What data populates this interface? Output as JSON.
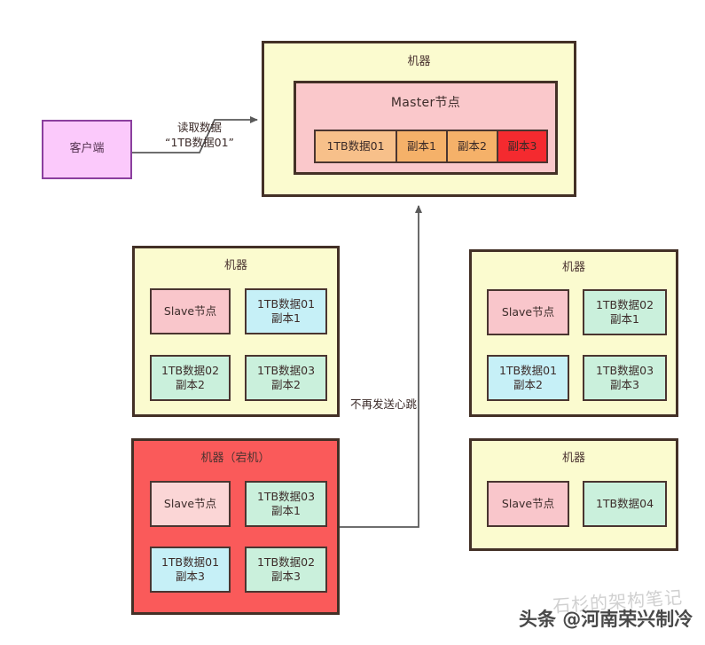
{
  "diagram": {
    "title_note": "HDFS master-slave replica diagram",
    "client": {
      "label": "客户端"
    },
    "edges": {
      "read_request": "读取数据\n“1TB数据01”",
      "no_heartbeat": "不再发送心跳"
    },
    "master_machine": {
      "title": "机器",
      "node_label": "Master节点",
      "blocks": [
        {
          "label": "1TB数据01",
          "color": "#f7c08a",
          "state": "primary"
        },
        {
          "label": "副本1",
          "color": "#f5b169",
          "state": "replica"
        },
        {
          "label": "副本2",
          "color": "#f5b169",
          "state": "replica"
        },
        {
          "label": "副本3",
          "color": "#f42a2f",
          "state": "lost"
        }
      ]
    },
    "machines": [
      {
        "id": "machine-left-middle",
        "title": "机器",
        "down": false,
        "chips": [
          {
            "label": "Slave节点",
            "color": "#f9c6cb",
            "kind": "slave"
          },
          {
            "label": "1TB数据01\n副本1",
            "color": "#c6f0f7",
            "kind": "data"
          },
          {
            "label": "1TB数据02\n副本2",
            "color": "#caf0dc",
            "kind": "data"
          },
          {
            "label": "1TB数据03\n副本2",
            "color": "#caf0dc",
            "kind": "data"
          }
        ]
      },
      {
        "id": "machine-right-middle",
        "title": "机器",
        "down": false,
        "chips": [
          {
            "label": "Slave节点",
            "color": "#f9c6cb",
            "kind": "slave"
          },
          {
            "label": "1TB数据02\n副本1",
            "color": "#caf0dc",
            "kind": "data"
          },
          {
            "label": "1TB数据01\n副本2",
            "color": "#c6f0f7",
            "kind": "data"
          },
          {
            "label": "1TB数据03\n副本3",
            "color": "#caf0dc",
            "kind": "data"
          }
        ]
      },
      {
        "id": "machine-down",
        "title": "机器（宕机）",
        "down": true,
        "chips": [
          {
            "label": "Slave节点",
            "color": "#fbd6d6",
            "kind": "slave"
          },
          {
            "label": "1TB数据03\n副本1",
            "color": "#caf0dc",
            "kind": "data"
          },
          {
            "label": "1TB数据01\n副本3",
            "color": "#c6f0f7",
            "kind": "data"
          },
          {
            "label": "1TB数据02\n副本3",
            "color": "#caf0dc",
            "kind": "data"
          }
        ]
      },
      {
        "id": "machine-right-bottom",
        "title": "机器",
        "down": false,
        "chips": [
          {
            "label": "Slave节点",
            "color": "#f9c6cb",
            "kind": "slave"
          },
          {
            "label": "1TB数据04",
            "color": "#caf0dc",
            "kind": "data"
          }
        ]
      }
    ],
    "watermarks": {
      "back": "石杉的架构笔记",
      "front": "头条 @河南荣兴制冷"
    },
    "colors": {
      "machine_fill": "#fbfbcf",
      "machine_down_fill": "#fa5a5a",
      "master_fill": "#fac8cb",
      "client_fill": "#fbc9fb",
      "stroke": "#433026",
      "data_blue": "#c6f0f7",
      "data_green": "#caf0dc",
      "lost_red": "#f42a2f"
    }
  }
}
